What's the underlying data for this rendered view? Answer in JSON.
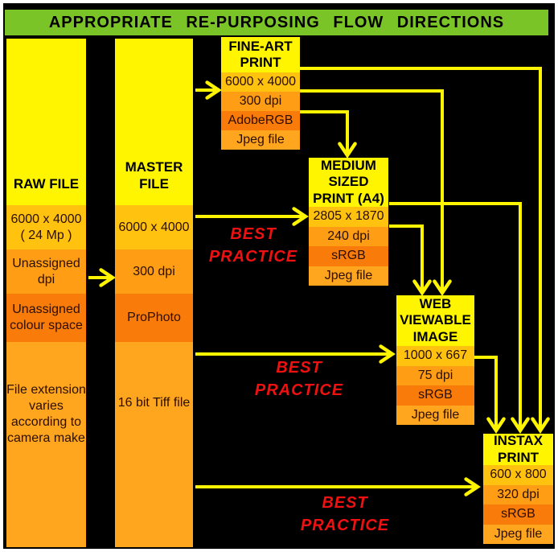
{
  "title": "APPROPRIATE RE-PURPOSING FLOW DIRECTIONS",
  "columns": {
    "raw": {
      "header": "RAW FILE",
      "rows": [
        "6000 x 4000\n( 24 Mp )",
        "Unassigned\ndpi",
        "Unassigned\ncolour space",
        "File extension\nvaries\naccording to\ncamera make"
      ]
    },
    "master": {
      "header": "MASTER\nFILE",
      "rows": [
        "6000 x 4000",
        "300 dpi",
        "ProPhoto",
        "16 bit Tiff file"
      ]
    }
  },
  "boxes": {
    "fineart": {
      "header": "FINE-ART\nPRINT",
      "rows": [
        "6000 x 4000",
        "300 dpi",
        "AdobeRGB",
        "Jpeg file"
      ]
    },
    "medium": {
      "header": "MEDIUM\nSIZED\nPRINT (A4)",
      "rows": [
        "2805 x 1870",
        "240 dpi",
        "sRGB",
        "Jpeg file"
      ]
    },
    "web": {
      "header": "WEB\nVIEWABLE\nIMAGE",
      "rows": [
        "1000 x 667",
        "75 dpi",
        "sRGB",
        "Jpeg file"
      ]
    },
    "instax": {
      "header": "INSTAX\nPRINT",
      "rows": [
        "600 x 800",
        "320 dpi",
        "sRGB",
        "Jpeg file"
      ]
    }
  },
  "best_practice": [
    "BEST\nPRACTICE",
    "BEST\nPRACTICE",
    "BEST\nPRACTICE"
  ],
  "colors": {
    "banner_green": "#7BC427",
    "box_yellow": "#FFF500",
    "row_amber": "#FFC20E",
    "row_orange": "#FF9E14",
    "row_deep_orange": "#F97B0A",
    "row_light_orange": "#FFA51E",
    "arrow_yellow": "#FFF500",
    "best_practice_red": "#EE1111"
  }
}
